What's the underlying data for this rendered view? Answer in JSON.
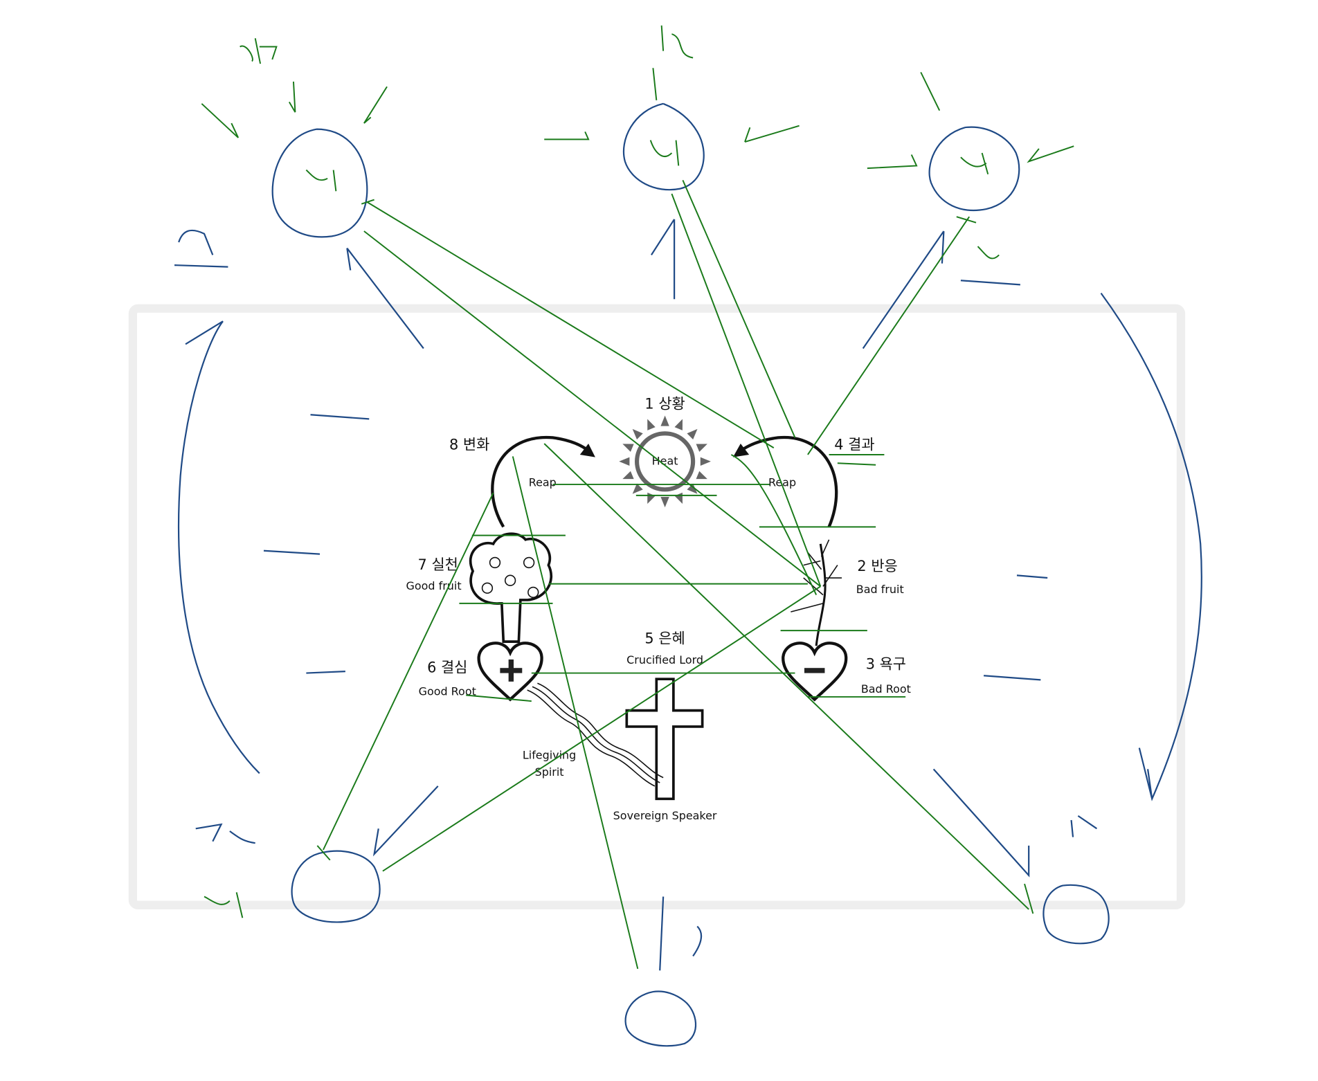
{
  "diagram": {
    "situation": {
      "label": "1 상황",
      "center": "Heat"
    },
    "change": {
      "label": "8 변화",
      "arrow": "Reap"
    },
    "result": {
      "label": "4 결과",
      "arrow": "Reap"
    },
    "practice": {
      "label": "7 실천",
      "sub": "Good fruit"
    },
    "response": {
      "label": "2 반응",
      "sub": "Bad fruit"
    },
    "grace": {
      "label": "5 은혜",
      "sub": "Crucified Lord"
    },
    "decision": {
      "label": "6 결심",
      "sub": "Good Root"
    },
    "desire": {
      "label": "3 욕구",
      "sub": "Bad Root"
    },
    "spirit": {
      "line1": "Lifegiving",
      "line2": "Spirit"
    },
    "speaker": {
      "label": "Sovereign Speaker"
    }
  },
  "colors": {
    "annotation_green": "#1a7a1a",
    "annotation_blue": "#1f4a86",
    "frame": "#eeeeee"
  }
}
